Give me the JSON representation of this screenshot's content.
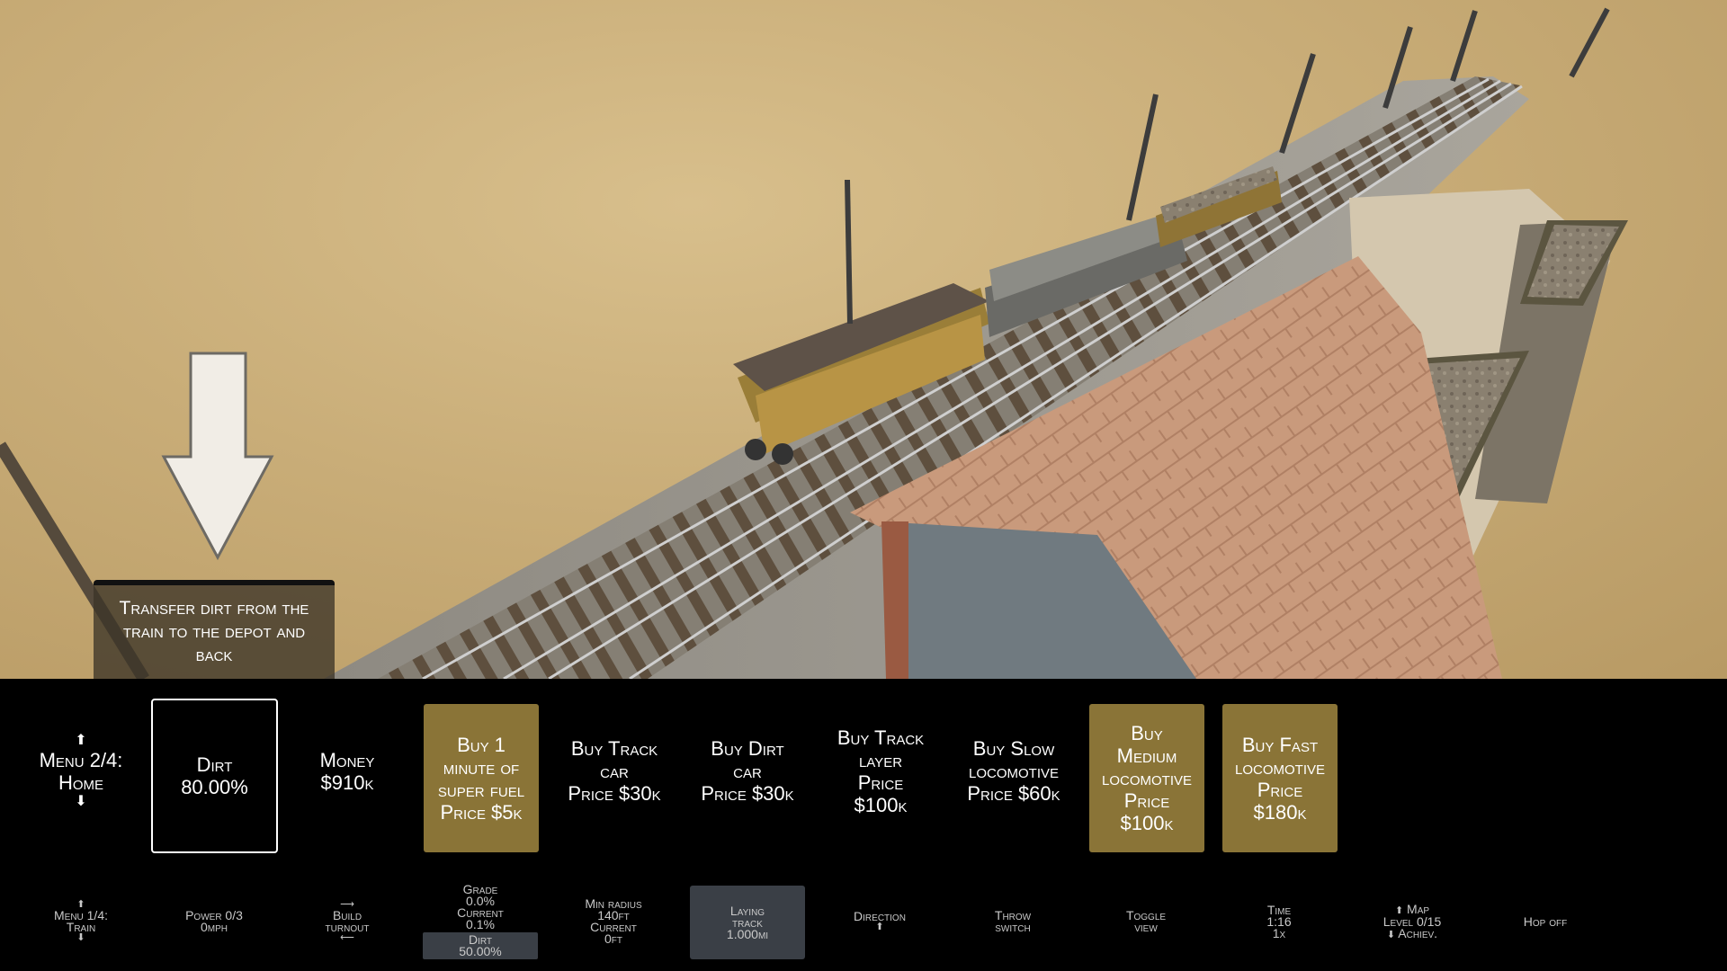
{
  "tooltip": {
    "text": "Transfer dirt from the train to the depot and back"
  },
  "menu_main": {
    "nav_label": "Menu 2/4:",
    "nav_sub": "Home",
    "arrow_up": "⬆",
    "arrow_down": "⬇",
    "items": [
      {
        "line1": "Dirt",
        "line2": "80.00%"
      },
      {
        "line1": "Money",
        "line2": "$910k"
      },
      {
        "line1": "Buy 1",
        "line2": "minute of",
        "line3": "super fuel",
        "line4": "Price $5k"
      },
      {
        "line1": "Buy Track",
        "line2": "car",
        "line3": "Price $30k"
      },
      {
        "line1": "Buy Dirt",
        "line2": "car",
        "line3": "Price $30k"
      },
      {
        "line1": "Buy Track",
        "line2": "layer",
        "line3": "Price",
        "line4": "$100k"
      },
      {
        "line1": "Buy Slow",
        "line2": "locomotive",
        "line3": "Price $60k"
      },
      {
        "line1": "Buy",
        "line2": "Medium",
        "line3": "locomotive",
        "line4": "Price",
        "line5": "$100k"
      },
      {
        "line1": "Buy Fast",
        "line2": "locomotive",
        "line3": "Price",
        "line4": "$180k"
      }
    ]
  },
  "menu_tools": {
    "train_menu": {
      "line1": "Menu 1/4:",
      "line2": "Train"
    },
    "power": {
      "line1": "Power 0/3",
      "line2": "0mph"
    },
    "build_turnout": {
      "line1": "Build",
      "line2": "turnout"
    },
    "grade": {
      "line1": "Grade",
      "line2": "0.0%",
      "line3": "Current",
      "line4": "0.1%",
      "sub1": "Dirt",
      "sub2": "50.00%"
    },
    "min_radius": {
      "line1": "Min radius",
      "line2": "140ft",
      "line3": "Current",
      "line4": "0ft"
    },
    "laying_track": {
      "line1": "Laying",
      "line2": "track",
      "line3": "1.000mi"
    },
    "direction": {
      "line1": "Direction"
    },
    "throw_switch": {
      "line1": "Throw",
      "line2": "switch"
    },
    "toggle_view": {
      "line1": "Toggle",
      "line2": "view"
    },
    "time": {
      "line1": "Time",
      "line2": "1:16",
      "line3": "1x"
    },
    "map": {
      "line1": "Map",
      "line2": "Level 0/15",
      "line3": "Achiev."
    },
    "hop_off": {
      "line1": "Hop off"
    }
  },
  "colors": {
    "gold": "#8a7437",
    "tool_box": "#3a3f46",
    "sand": "#c9ad78"
  }
}
